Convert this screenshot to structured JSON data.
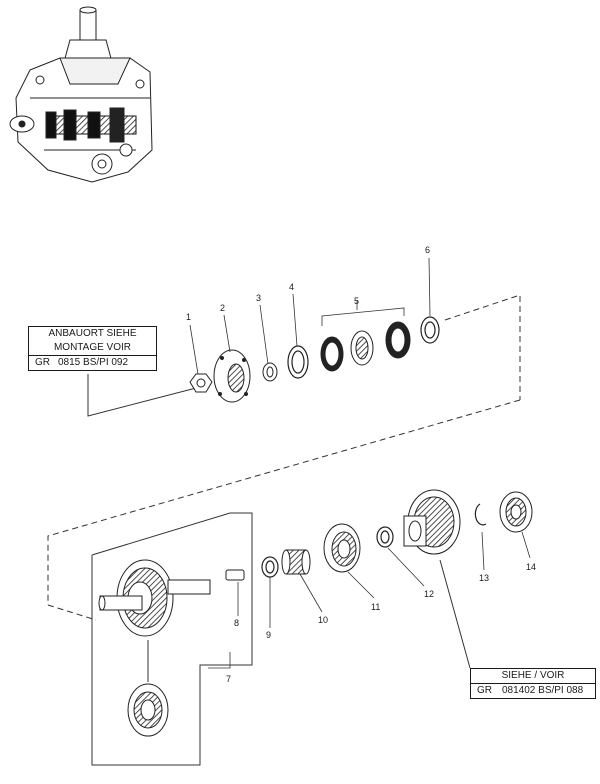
{
  "callouts": [
    "1",
    "2",
    "3",
    "4",
    "5",
    "6",
    "7",
    "8",
    "9",
    "10",
    "11",
    "12",
    "13",
    "14"
  ],
  "reference_top": {
    "line1": "ANBAUORT SIEHE",
    "line2": "MONTAGE VOIR",
    "prefix": "GR",
    "code": "0815 BS/PI 092"
  },
  "reference_bottom": {
    "line1": "SIEHE / VOIR",
    "prefix": "GR",
    "code": "081402 BS/PI 088"
  }
}
